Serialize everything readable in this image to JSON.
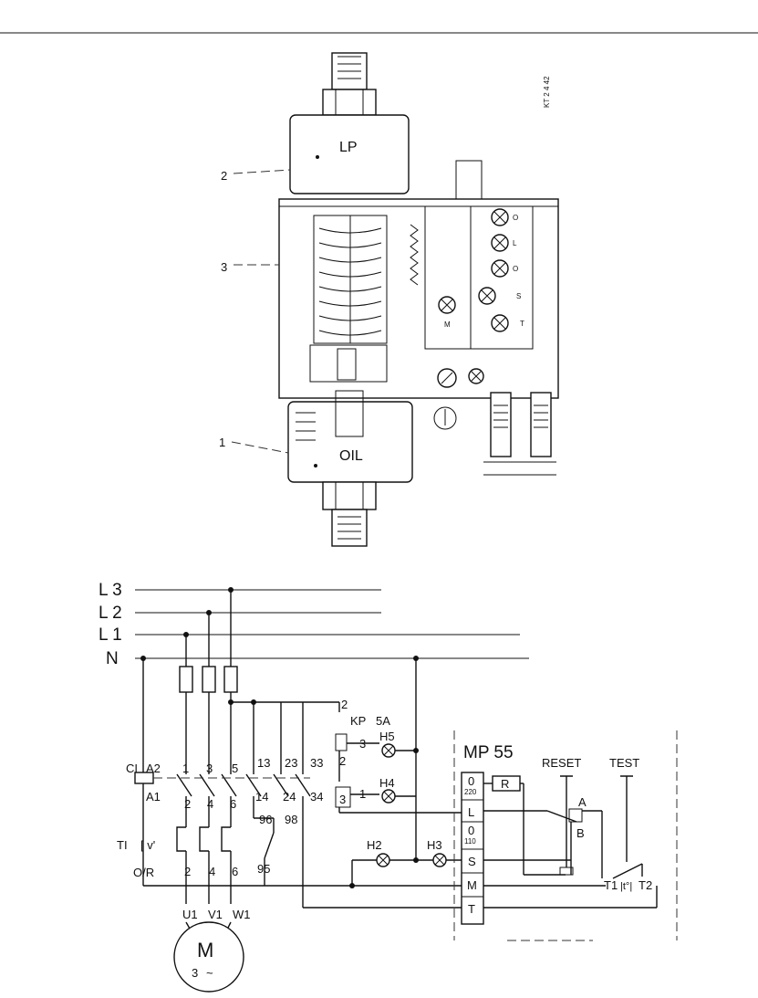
{
  "device": {
    "lp_label": "LP",
    "oil_label": "OIL",
    "callout_1": "1",
    "callout_2": "2",
    "callout_3": "3",
    "terminal_labels": [
      "O",
      "L",
      "O",
      "S",
      "T",
      "M"
    ],
    "side_text": "KT 2 4 42"
  },
  "schematic": {
    "lines": {
      "l3": "L 3",
      "l2": "L 2",
      "l1": "L 1",
      "n": "N"
    },
    "contactor": {
      "coil_ci": "CI",
      "a2": "A2",
      "a1": "A1",
      "t1": "1",
      "t3": "3",
      "t5": "5",
      "t13": "13",
      "t23": "23",
      "t33": "33",
      "t2": "2",
      "t4": "4",
      "t6": "6",
      "t14": "14",
      "t24": "24",
      "t34": "34"
    },
    "overload": {
      "label_ti": "TI",
      "label_or": "O/R",
      "t96": "96",
      "t98": "98",
      "t95": "95",
      "b2": "2",
      "b4": "4",
      "b6": "6"
    },
    "motor": {
      "u1": "U1",
      "v1": "V1",
      "w1": "W1",
      "m": "M",
      "phase": "3"
    },
    "kp": {
      "title": "KP",
      "rating": "5A",
      "p2": "2",
      "p3": "3",
      "p1": "1"
    },
    "lamps": {
      "h1": "H5",
      "h2": "H4",
      "h3": "H2",
      "h4": "H3"
    },
    "mp55": {
      "title": "MP 55",
      "reset": "RESET",
      "test": "TEST",
      "r": "R",
      "terminals": [
        "0",
        "L",
        "0",
        "S",
        "M",
        "T"
      ],
      "a": "A",
      "b": "B",
      "t1": "T1",
      "t2": "T2"
    }
  }
}
